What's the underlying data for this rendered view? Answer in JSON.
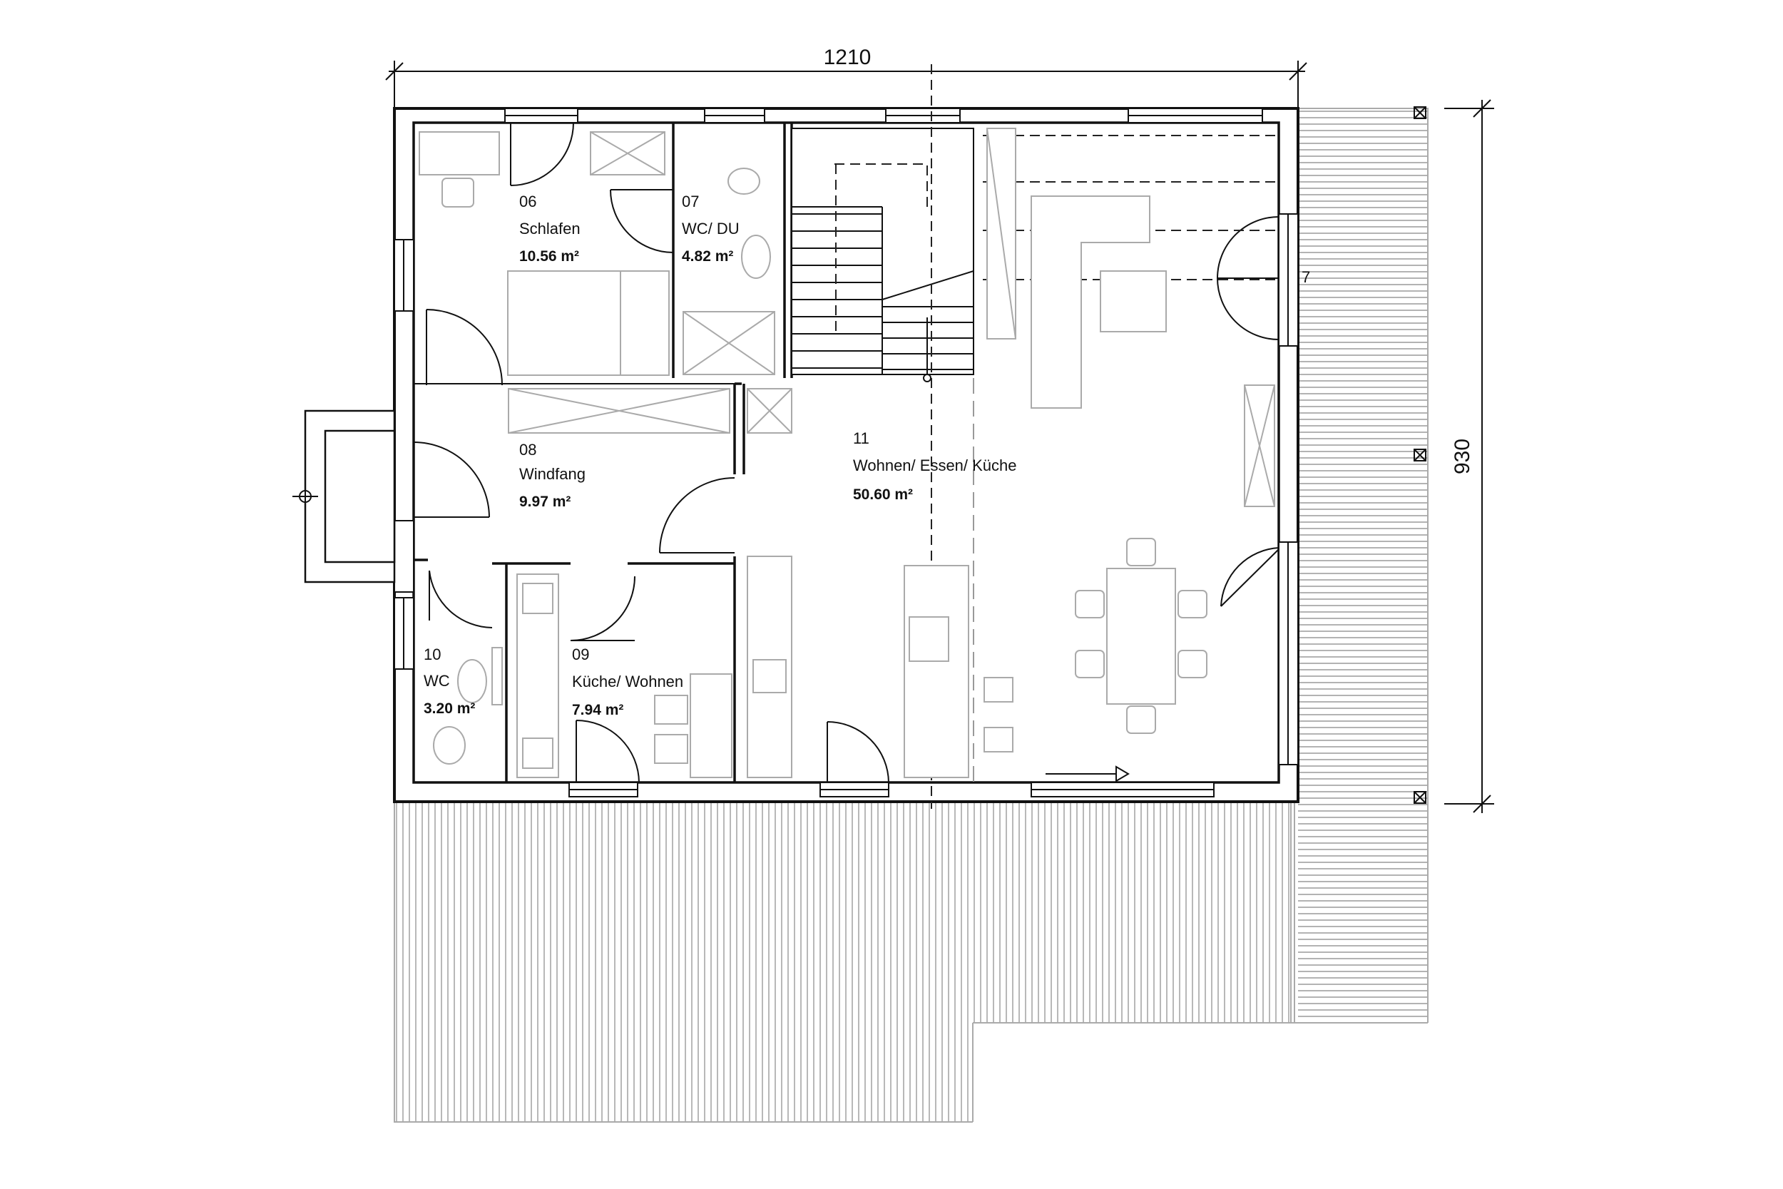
{
  "dimensions": {
    "width_label": "1210",
    "height_label": "930"
  },
  "rooms": [
    {
      "number": "06",
      "name": "Schlafen",
      "area": "10.56 m²"
    },
    {
      "number": "07",
      "name": "WC/ DU",
      "area": "4.82 m²"
    },
    {
      "number": "08",
      "name": "Windfang",
      "area": "9.97 m²"
    },
    {
      "number": "09",
      "name": "Küche/ Wohnen",
      "area": "7.94 m²"
    },
    {
      "number": "10",
      "name": "WC",
      "area": "3.20 m²"
    },
    {
      "number": "11",
      "name": "Wohnen/ Essen/ Küche",
      "area": "50.60 m²"
    }
  ],
  "markers": {
    "terrace_door": "7"
  },
  "colors": {
    "wall": "#111111",
    "furniture": "#aaaaaa",
    "deck": "#9a9a9a",
    "background": "#ffffff"
  }
}
